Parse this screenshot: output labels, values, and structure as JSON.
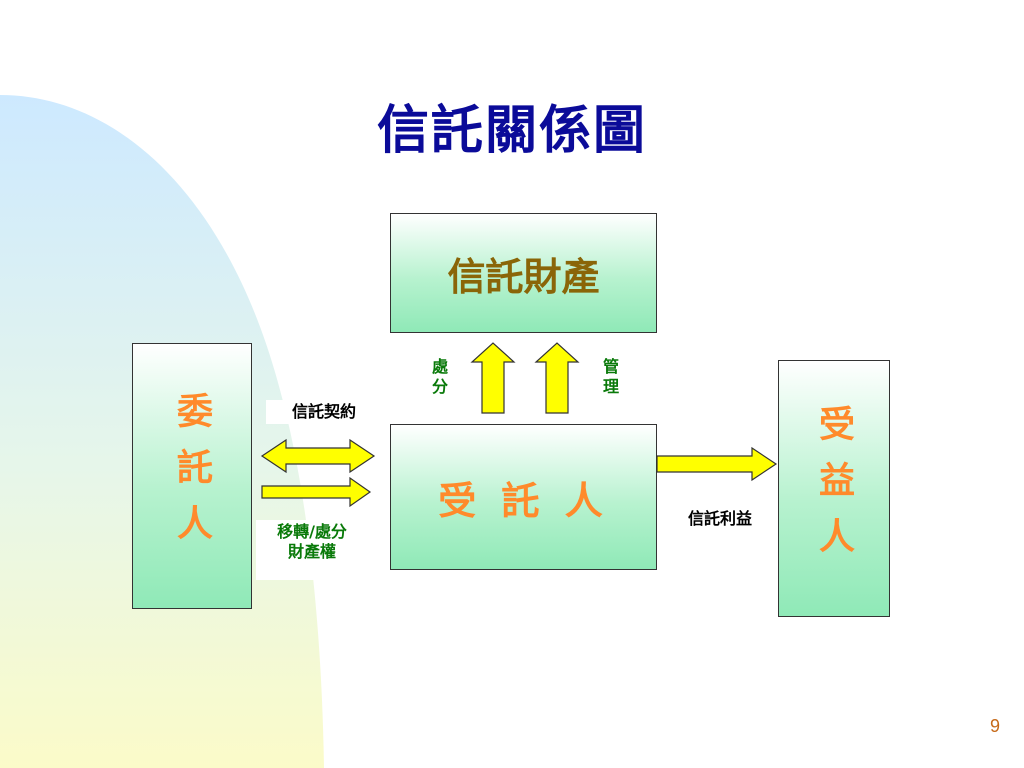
{
  "title": "信託關係圖",
  "nodes": {
    "property": "信託財產",
    "settlor": "委託人",
    "trustee": "受 託 人",
    "beneficiary": "受益人"
  },
  "labels": {
    "contract": "信託契約",
    "transfer_line1": "移轉/處分",
    "transfer_line2": "財產權",
    "benefit": "信託利益",
    "dispose": "處分",
    "manage": "管理"
  },
  "page_number": "9",
  "colors": {
    "title": "#0b0b99",
    "node_text": "#ff8a2b",
    "property_text": "#8a6508",
    "arrow_fill": "#ffff00",
    "green_label": "#0a7a0a",
    "node_gradient_end": "#8fe9b7"
  }
}
